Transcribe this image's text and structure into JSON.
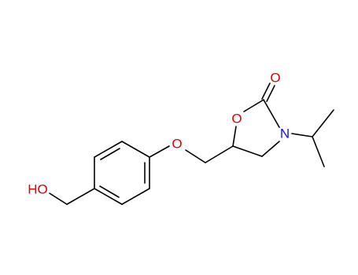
{
  "diagram": {
    "type": "chemical-structure",
    "colors": {
      "bond": "#000000",
      "oxygen": "#e00000",
      "nitrogen": "#1010ff"
    },
    "atom_labels": {
      "carbonyl_o": "O",
      "ring_o": "O",
      "ring_n": "N",
      "ether_o": "O",
      "hydroxyl": "HO"
    }
  }
}
